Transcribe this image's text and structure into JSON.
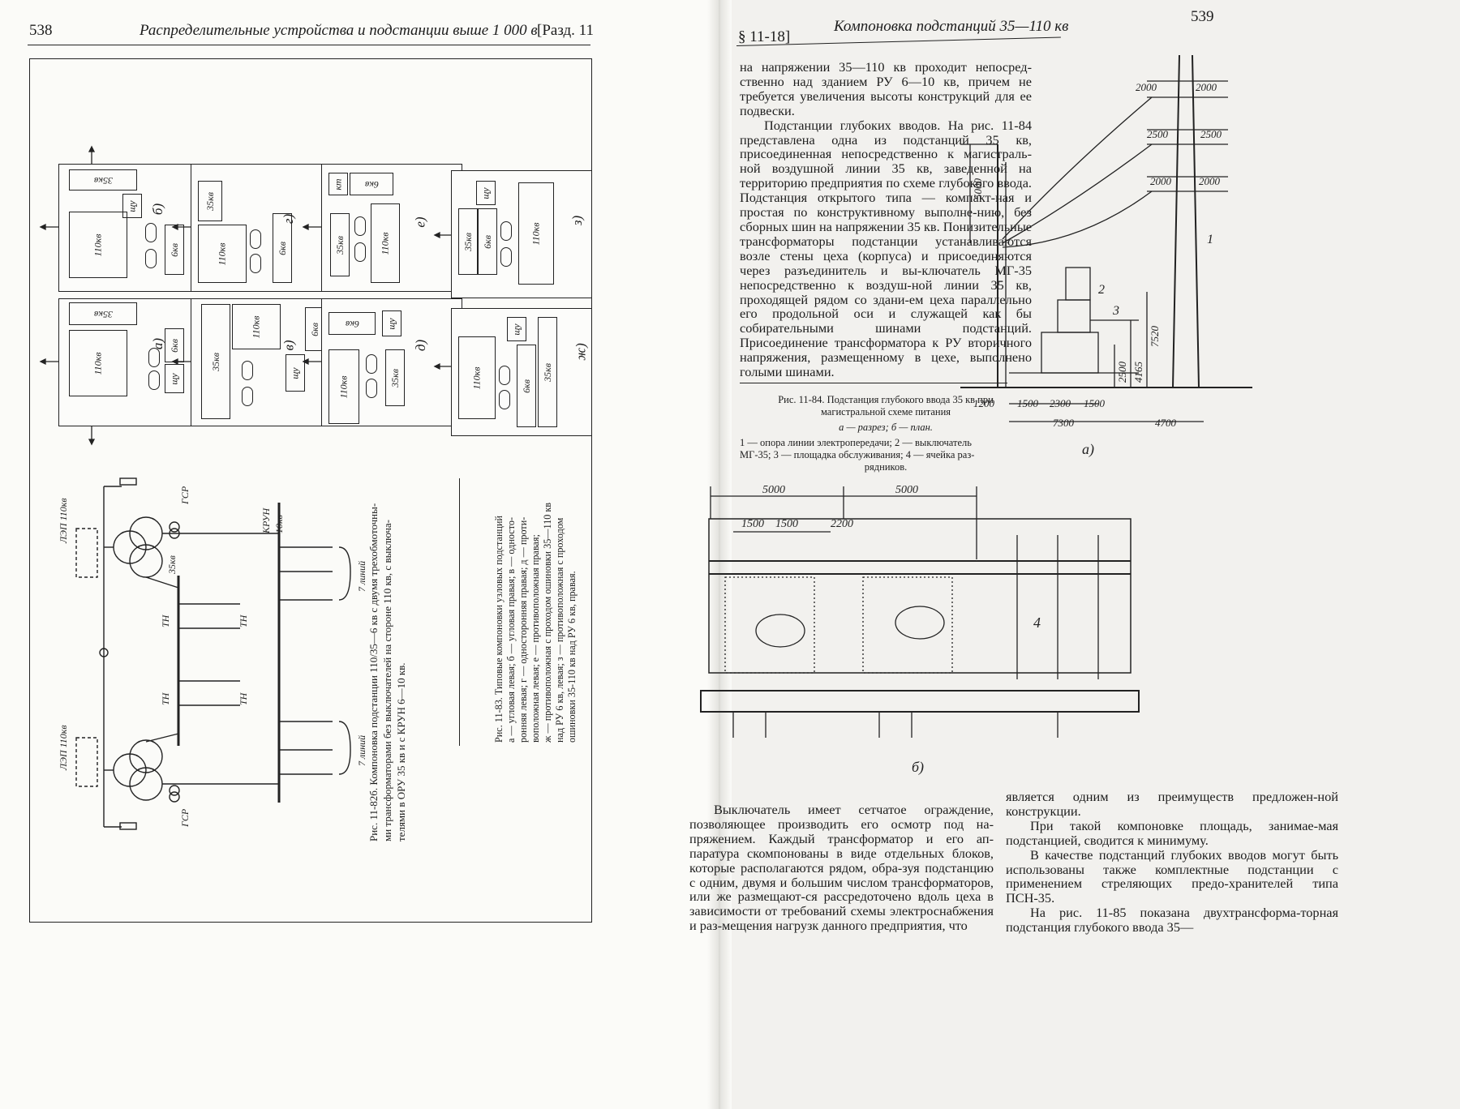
{
  "left_page": {
    "page_number": "538",
    "running_title": "Распределительные устройства и подстанции выше 1 000 в",
    "section_ref": "[Разд. 11",
    "fig_11_83": {
      "plans": [
        {
          "letter": "a)",
          "blocks": [
            "35кв",
            "110кв",
            "щу",
            "6кв"
          ]
        },
        {
          "letter": "б)",
          "blocks": [
            "35кв",
            "110кв",
            "щу",
            "6кв"
          ]
        },
        {
          "letter": "в)",
          "blocks": [
            "35кв",
            "110кв",
            "щу",
            "6кв"
          ]
        },
        {
          "letter": "г)",
          "blocks": [
            "35кв",
            "110кв",
            "6кв"
          ]
        },
        {
          "letter": "д)",
          "blocks": [
            "6кв",
            "110кв",
            "щу",
            "35кв"
          ]
        },
        {
          "letter": "е)",
          "blocks": [
            "кт",
            "6кв",
            "35кв",
            "110кв"
          ]
        },
        {
          "letter": "ж)",
          "blocks": [
            "110кв",
            "щу",
            "6кв",
            "35кв"
          ]
        },
        {
          "letter": "з)",
          "blocks": [
            "щу",
            "35кв",
            "6кв",
            "110кв"
          ]
        }
      ],
      "caption_lines": [
        "Рис. 11-83. Типовые компоновки узловых подстанций",
        "а — угловая левая; б — угловая правая; в — односто-",
        "ронняя левая; г — односторонняя правая; д — проти-",
        "воположная левая; е — противоположная правая;",
        "ж — противоположная с проходом ошиновки 35—110 кв",
        "над РУ 6 кв, левая; з — противоположная с проходом",
        "ошиновки 35-110 кв над РУ 6 кв, правая."
      ]
    },
    "fig_11_82b": {
      "labels": {
        "line_top": "ЛЭП 110кв",
        "line_bottom": "ЛЭП 110кв",
        "gsr_top": "ГСР",
        "gsr_bottom": "ГСР",
        "krun": "КРУН",
        "krun_voltage": "10кв",
        "bus35": "35кв",
        "tn_1": "ТН",
        "tn_2": "ТН",
        "tn_3": "ТН",
        "tn_4": "ТН",
        "lines_top": "7 линий",
        "lines_bottom": "7 линий"
      },
      "caption_lines": [
        "Рис. 11-82б. Компоновка подстанции 110/35—6 кв с двумя трехобмоточны-",
        "ми трансформаторами без выключателей на стороне 110 кв, с выключа-",
        "телями в ОРУ 35 кв и с КРУН 6—10 кв."
      ]
    }
  },
  "right_page": {
    "page_number": "539",
    "section_ref": "§ 11-18]",
    "running_title": "Компоновка подстанций 35—110 кв",
    "paragraph_1": "на напряжении 35—110 кв проходит непосред-ственно над зданием РУ 6—10 кв, причем не требуется увеличения высоты конструкций для ее подвески.",
    "paragraph_2": "Подстанции глубоких вводов. На рис. 11-84 представлена одна из подстанций 35 кв, присоединенная непосредственно к магистраль-ной воздушной линии 35 кв, заведенной на территорию предприятия по схеме глубокого ввода. Подстанция открытого типа — компакт-ная и простая по конструктивному выполне-нию, без сборных шин на напряжении 35 кв. Понизительные трансформаторы подстанции устанавливаются возле стены цеха (корпуса) и присоединяются через разъединитель и вы-ключатель МГ-35 непосредственно к воздуш-ной линии 35 кв, проходящей рядом со здани-ем цеха параллельно его продольной оси и служащей как бы собирательными шинами подстанций. Присоединение трансформатора к РУ вторичного напряжения, размещенному в цехе, выполнено голыми шинами.",
    "fig_11_84_caption": {
      "title_1": "Рис. 11-84. Подстанция глубокого ввода 35 кв при",
      "title_2": "магистральной схеме питания",
      "sub": "а — разрез; б — план.",
      "legend_1": "1 — опора линии электропередачи; 2 — выключатель",
      "legend_2": "МГ-35; 3 — площадка обслуживания; 4 — ячейка раз-",
      "legend_3": "рядников."
    },
    "fig_a": {
      "letter": "а)",
      "dims": [
        "2000",
        "2000",
        "2500",
        "2500",
        "2000",
        "2000",
        "5000",
        "7520",
        "4165",
        "2500",
        "1200",
        "1500",
        "2300",
        "1500",
        "7300",
        "4700"
      ],
      "item_labels": [
        "1",
        "2",
        "3"
      ]
    },
    "fig_b": {
      "letter": "б)",
      "dims": [
        "5000",
        "5000",
        "1500",
        "1500",
        "2200"
      ],
      "item_label": "4"
    },
    "col_left": "Выключатель имеет сетчатое ограждение, позволяющее производить его осмотр под на-пряжением. Каждый трансформатор и его ап-паратура скомпонованы в виде отдельных блоков, которые располагаются рядом, обра-зуя подстанцию с одним, двумя и большим числом трансформаторов, или же размещают-ся рассредоточено вдоль цеха в зависимости от требований схемы электроснабжения и раз-мещения нагрузк данного предприятия, что",
    "col_right_1": "является одним из преимуществ предложен-ной конструкции.",
    "col_right_2": "При такой компоновке площадь, занимае-мая подстанцией, сводится к минимуму.",
    "col_right_3": "В качестве подстанций глубоких вводов могут быть использованы также комплектные подстанции с применением стреляющих предо-хранителей типа ПСН-35.",
    "col_right_4": "На рис. 11-85 показана двухтрансформа-торная подстанция глубокого ввода 35—"
  }
}
